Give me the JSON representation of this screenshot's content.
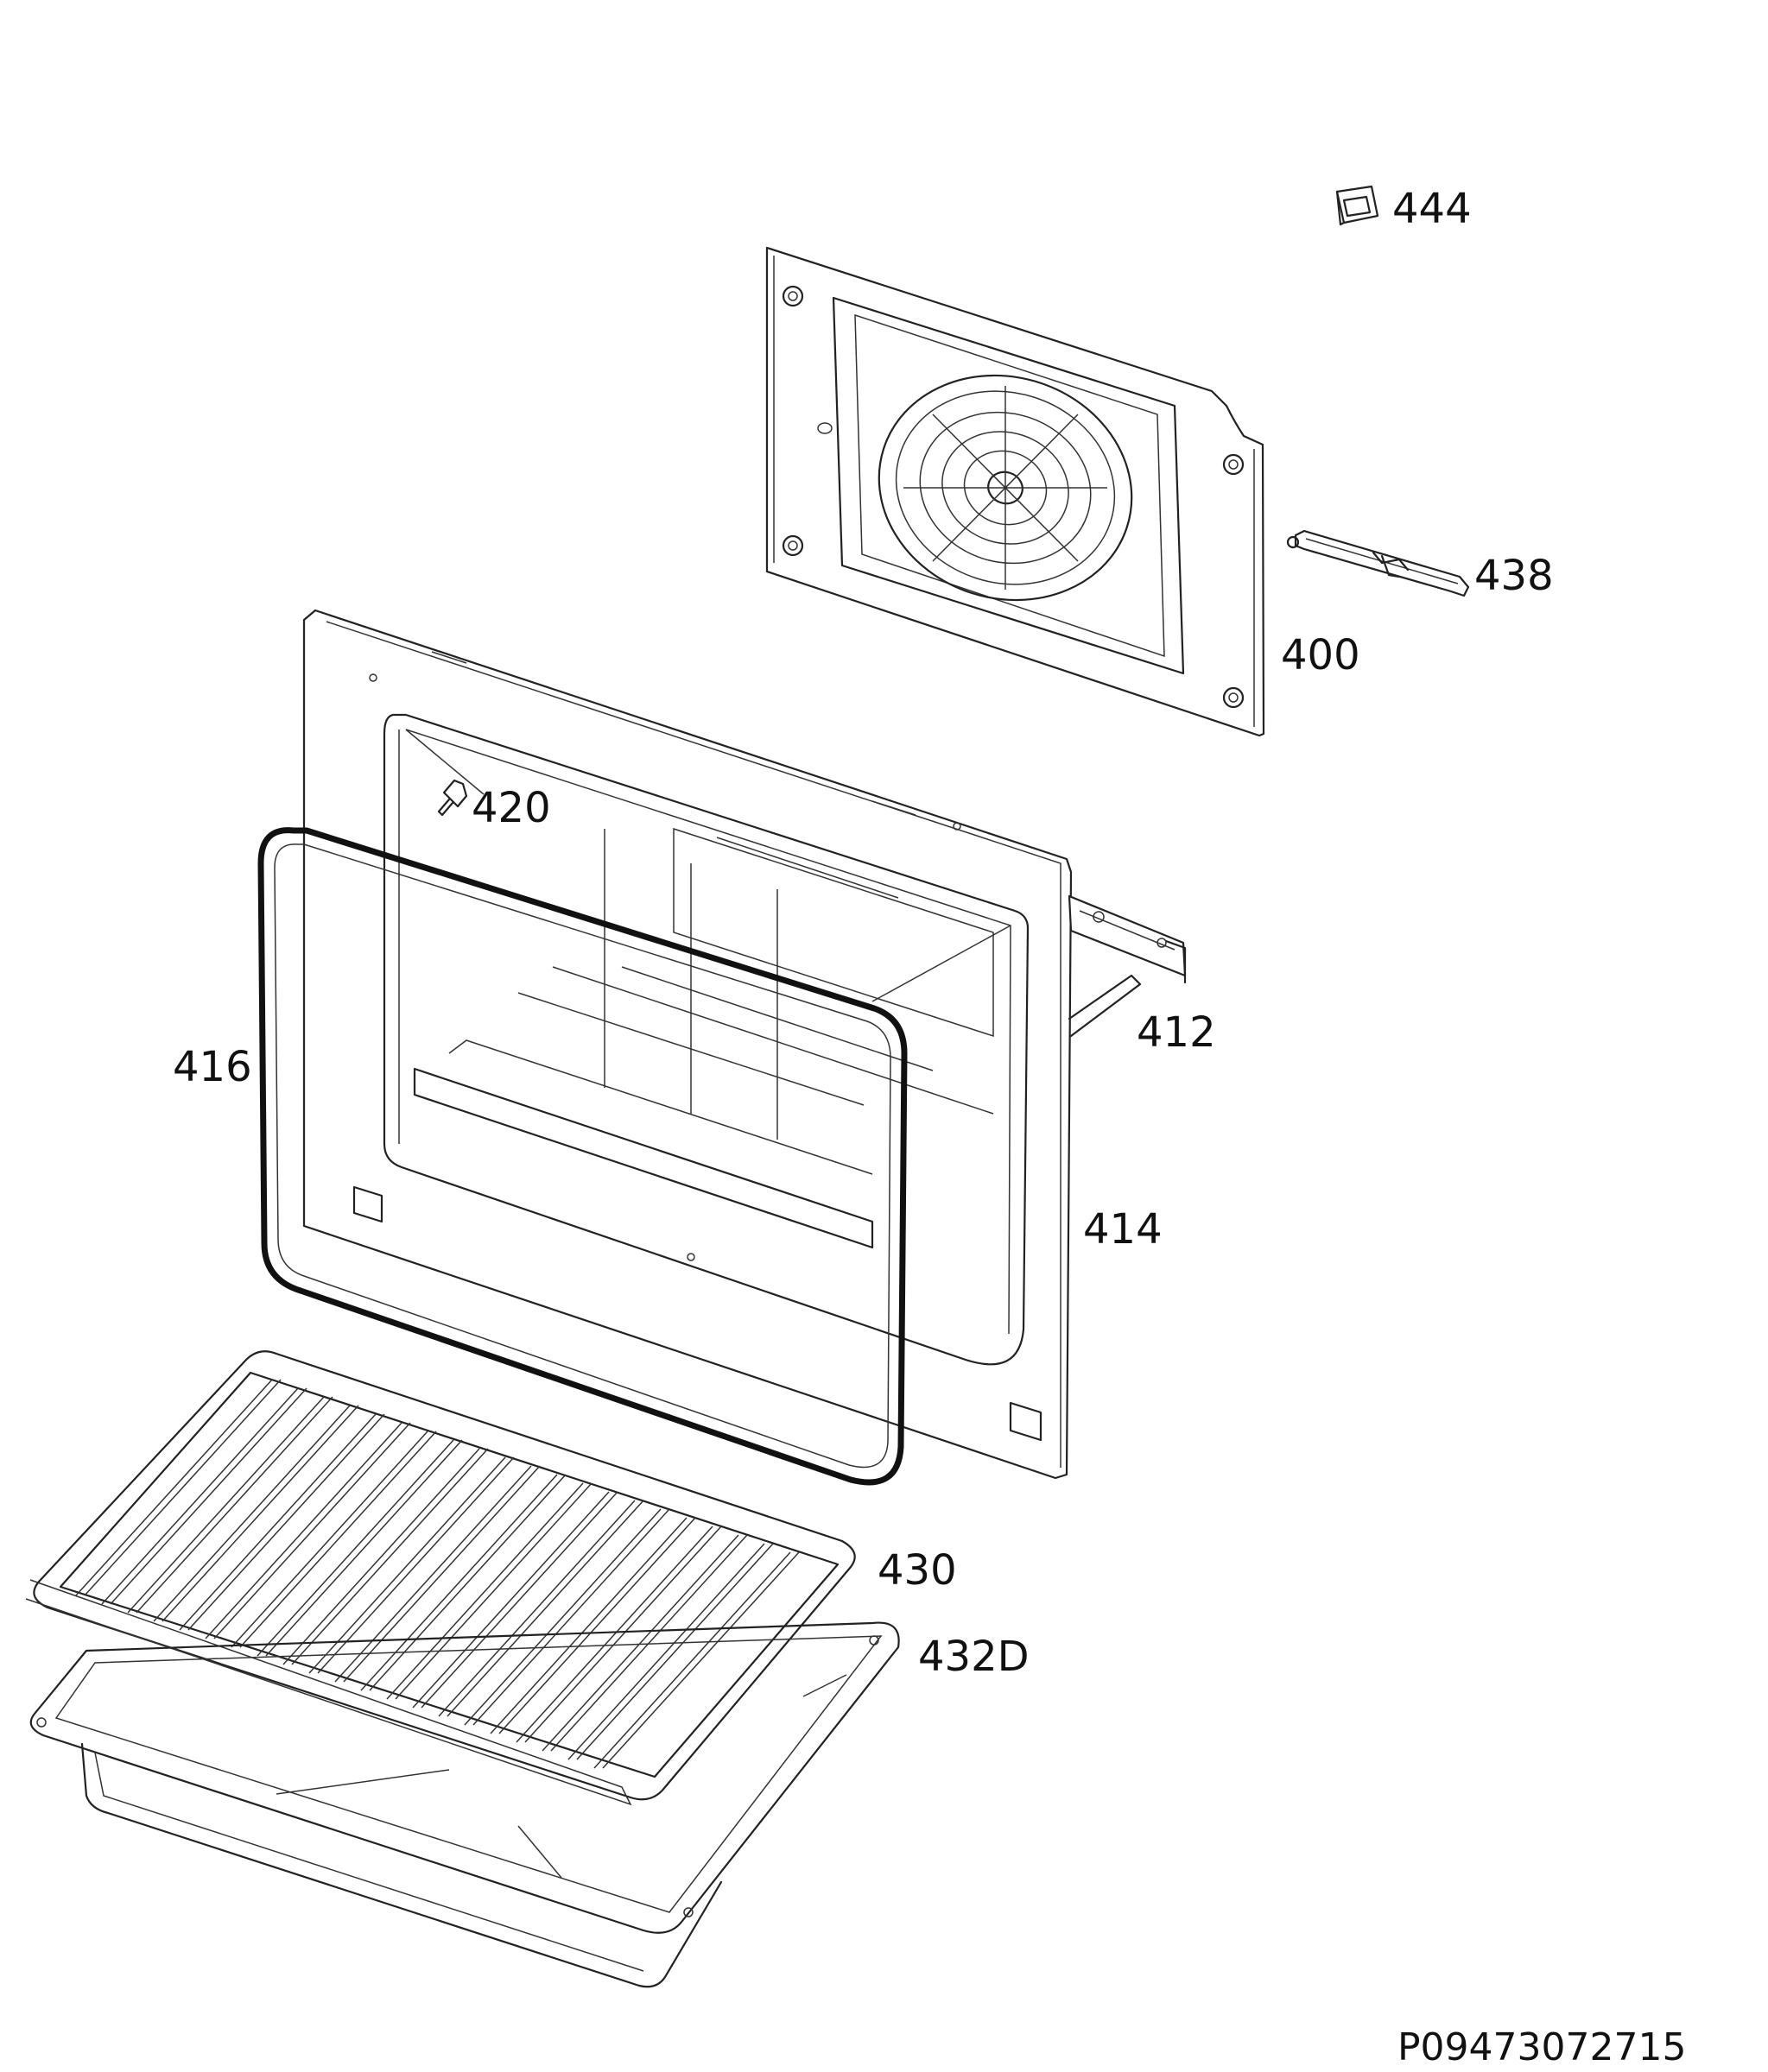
{
  "parts": [
    {
      "id": "p444",
      "number": "444"
    },
    {
      "id": "p438",
      "number": "438"
    },
    {
      "id": "p400",
      "number": "400"
    },
    {
      "id": "p420",
      "number": "420"
    },
    {
      "id": "p412",
      "number": "412"
    },
    {
      "id": "p416",
      "number": "416"
    },
    {
      "id": "p414",
      "number": "414"
    },
    {
      "id": "p430",
      "number": "430"
    },
    {
      "id": "p432d",
      "number": "432D"
    }
  ],
  "document_code": "P09473072715"
}
